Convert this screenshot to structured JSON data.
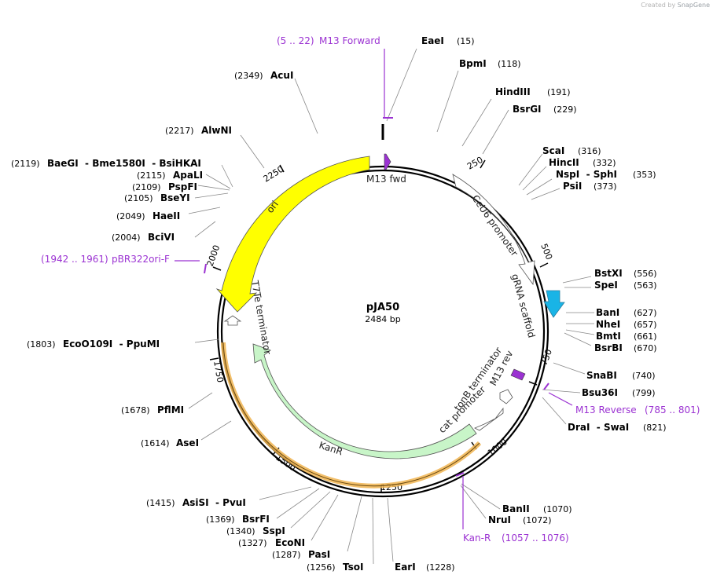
{
  "credit": {
    "prefix": "Created by",
    "brand": "SnapGene"
  },
  "plasmid": {
    "name": "pJA50",
    "length_label": "2484 bp",
    "length": 2484
  },
  "ticks": [
    "250",
    "500",
    "750",
    "1000",
    "1250",
    "1500",
    "1750",
    "2000",
    "2250"
  ],
  "features": [
    {
      "id": "m13fwd",
      "label": "M13 fwd",
      "color": "#9b32d2"
    },
    {
      "id": "ceu6",
      "label": "CeU6 promoter",
      "color": "#ffffff"
    },
    {
      "id": "grna",
      "label": "gRNA scaffold",
      "color": "#19b4e6"
    },
    {
      "id": "m13rev",
      "label": "M13 rev",
      "color": "#9b32d2"
    },
    {
      "id": "tonb",
      "label": "tonB terminator",
      "color": "#ffffff"
    },
    {
      "id": "cat",
      "label": "cat promoter",
      "color": "#ffffff"
    },
    {
      "id": "kanr",
      "label": "KanR",
      "color": "#c8f5c8"
    },
    {
      "id": "t7te",
      "label": "T7Te terminator",
      "color": "#ffffff"
    },
    {
      "id": "ori",
      "label": "ori",
      "color": "#ffff00"
    }
  ],
  "enzymes": [
    {
      "id": "eaei",
      "name": "EaeI",
      "pos": "(15)"
    },
    {
      "id": "bpmi",
      "name": "BpmI",
      "pos": "(118)"
    },
    {
      "id": "hindiii",
      "name": "HindIII",
      "pos": "(191)"
    },
    {
      "id": "bsrgi",
      "name": "BsrGI",
      "pos": "(229)"
    },
    {
      "id": "scai",
      "name": "ScaI",
      "pos": "(316)"
    },
    {
      "id": "hincii",
      "name": "HincII",
      "pos": "(332)"
    },
    {
      "id": "nspi",
      "name": "NspI  - SphI",
      "pos": "(353)"
    },
    {
      "id": "psii",
      "name": "PsiI",
      "pos": "(373)"
    },
    {
      "id": "bstxi",
      "name": "BstXI",
      "pos": "(556)"
    },
    {
      "id": "spei",
      "name": "SpeI",
      "pos": "(563)"
    },
    {
      "id": "bani",
      "name": "BanI",
      "pos": "(627)"
    },
    {
      "id": "nhei",
      "name": "NheI",
      "pos": "(657)"
    },
    {
      "id": "bmti",
      "name": "BmtI",
      "pos": "(661)"
    },
    {
      "id": "bsrbi",
      "name": "BsrBI",
      "pos": "(670)"
    },
    {
      "id": "snabi",
      "name": "SnaBI",
      "pos": "(740)"
    },
    {
      "id": "bsu36i",
      "name": "Bsu36I",
      "pos": "(799)"
    },
    {
      "id": "drai",
      "name": "DraI  - SwaI",
      "pos": "(821)"
    },
    {
      "id": "banii",
      "name": "BanII",
      "pos": "(1070)"
    },
    {
      "id": "nrui",
      "name": "NruI",
      "pos": "(1072)"
    },
    {
      "id": "eari",
      "name": "EarI",
      "pos": "(1228)"
    },
    {
      "id": "tsoi",
      "name": "TsoI",
      "pos": "(1256)"
    },
    {
      "id": "pasi",
      "name": "PasI",
      "pos": "(1287)"
    },
    {
      "id": "econi",
      "name": "EcoNI",
      "pos": "(1327)"
    },
    {
      "id": "sspi",
      "name": "SspI",
      "pos": "(1340)"
    },
    {
      "id": "bsrfi",
      "name": "BsrFI",
      "pos": "(1369)"
    },
    {
      "id": "asisi",
      "name": "AsiSI  - PvuI",
      "pos": "(1415)"
    },
    {
      "id": "asei",
      "name": "AseI",
      "pos": "(1614)"
    },
    {
      "id": "pflmi",
      "name": "PflMI",
      "pos": "(1678)"
    },
    {
      "id": "ecoo109i",
      "name": "EcoO109I  - PpuMI",
      "pos": "(1803)"
    },
    {
      "id": "bcivi",
      "name": "BciVI",
      "pos": "(2004)"
    },
    {
      "id": "haeii",
      "name": "HaeII",
      "pos": "(2049)"
    },
    {
      "id": "bseyi",
      "name": "BseYI",
      "pos": "(2105)"
    },
    {
      "id": "pspfi",
      "name": "PspFI",
      "pos": "(2109)"
    },
    {
      "id": "apali",
      "name": "ApaLI",
      "pos": "(2115)"
    },
    {
      "id": "baegi",
      "name": "BaeGI  - Bme1580I  - BsiHKAI",
      "pos": "(2119)"
    },
    {
      "id": "alwni",
      "name": "AlwNI",
      "pos": "(2217)"
    },
    {
      "id": "acui",
      "name": "AcuI",
      "pos": "(2349)"
    }
  ],
  "primers": [
    {
      "id": "m13forward",
      "name": "M13 Forward",
      "range": "(5 .. 22)"
    },
    {
      "id": "m13reverse",
      "name": "M13 Reverse",
      "range": "(785 .. 801)"
    },
    {
      "id": "kanr-primer",
      "name": "Kan-R",
      "range": "(1057 .. 1076)"
    },
    {
      "id": "pbr322ori",
      "name": "pBR322ori-F",
      "range": "(1942 .. 1961)"
    }
  ],
  "colors": {
    "primer": "#9b32d2",
    "backbone": "#000000",
    "kanr_highlight": "#f0b450"
  }
}
